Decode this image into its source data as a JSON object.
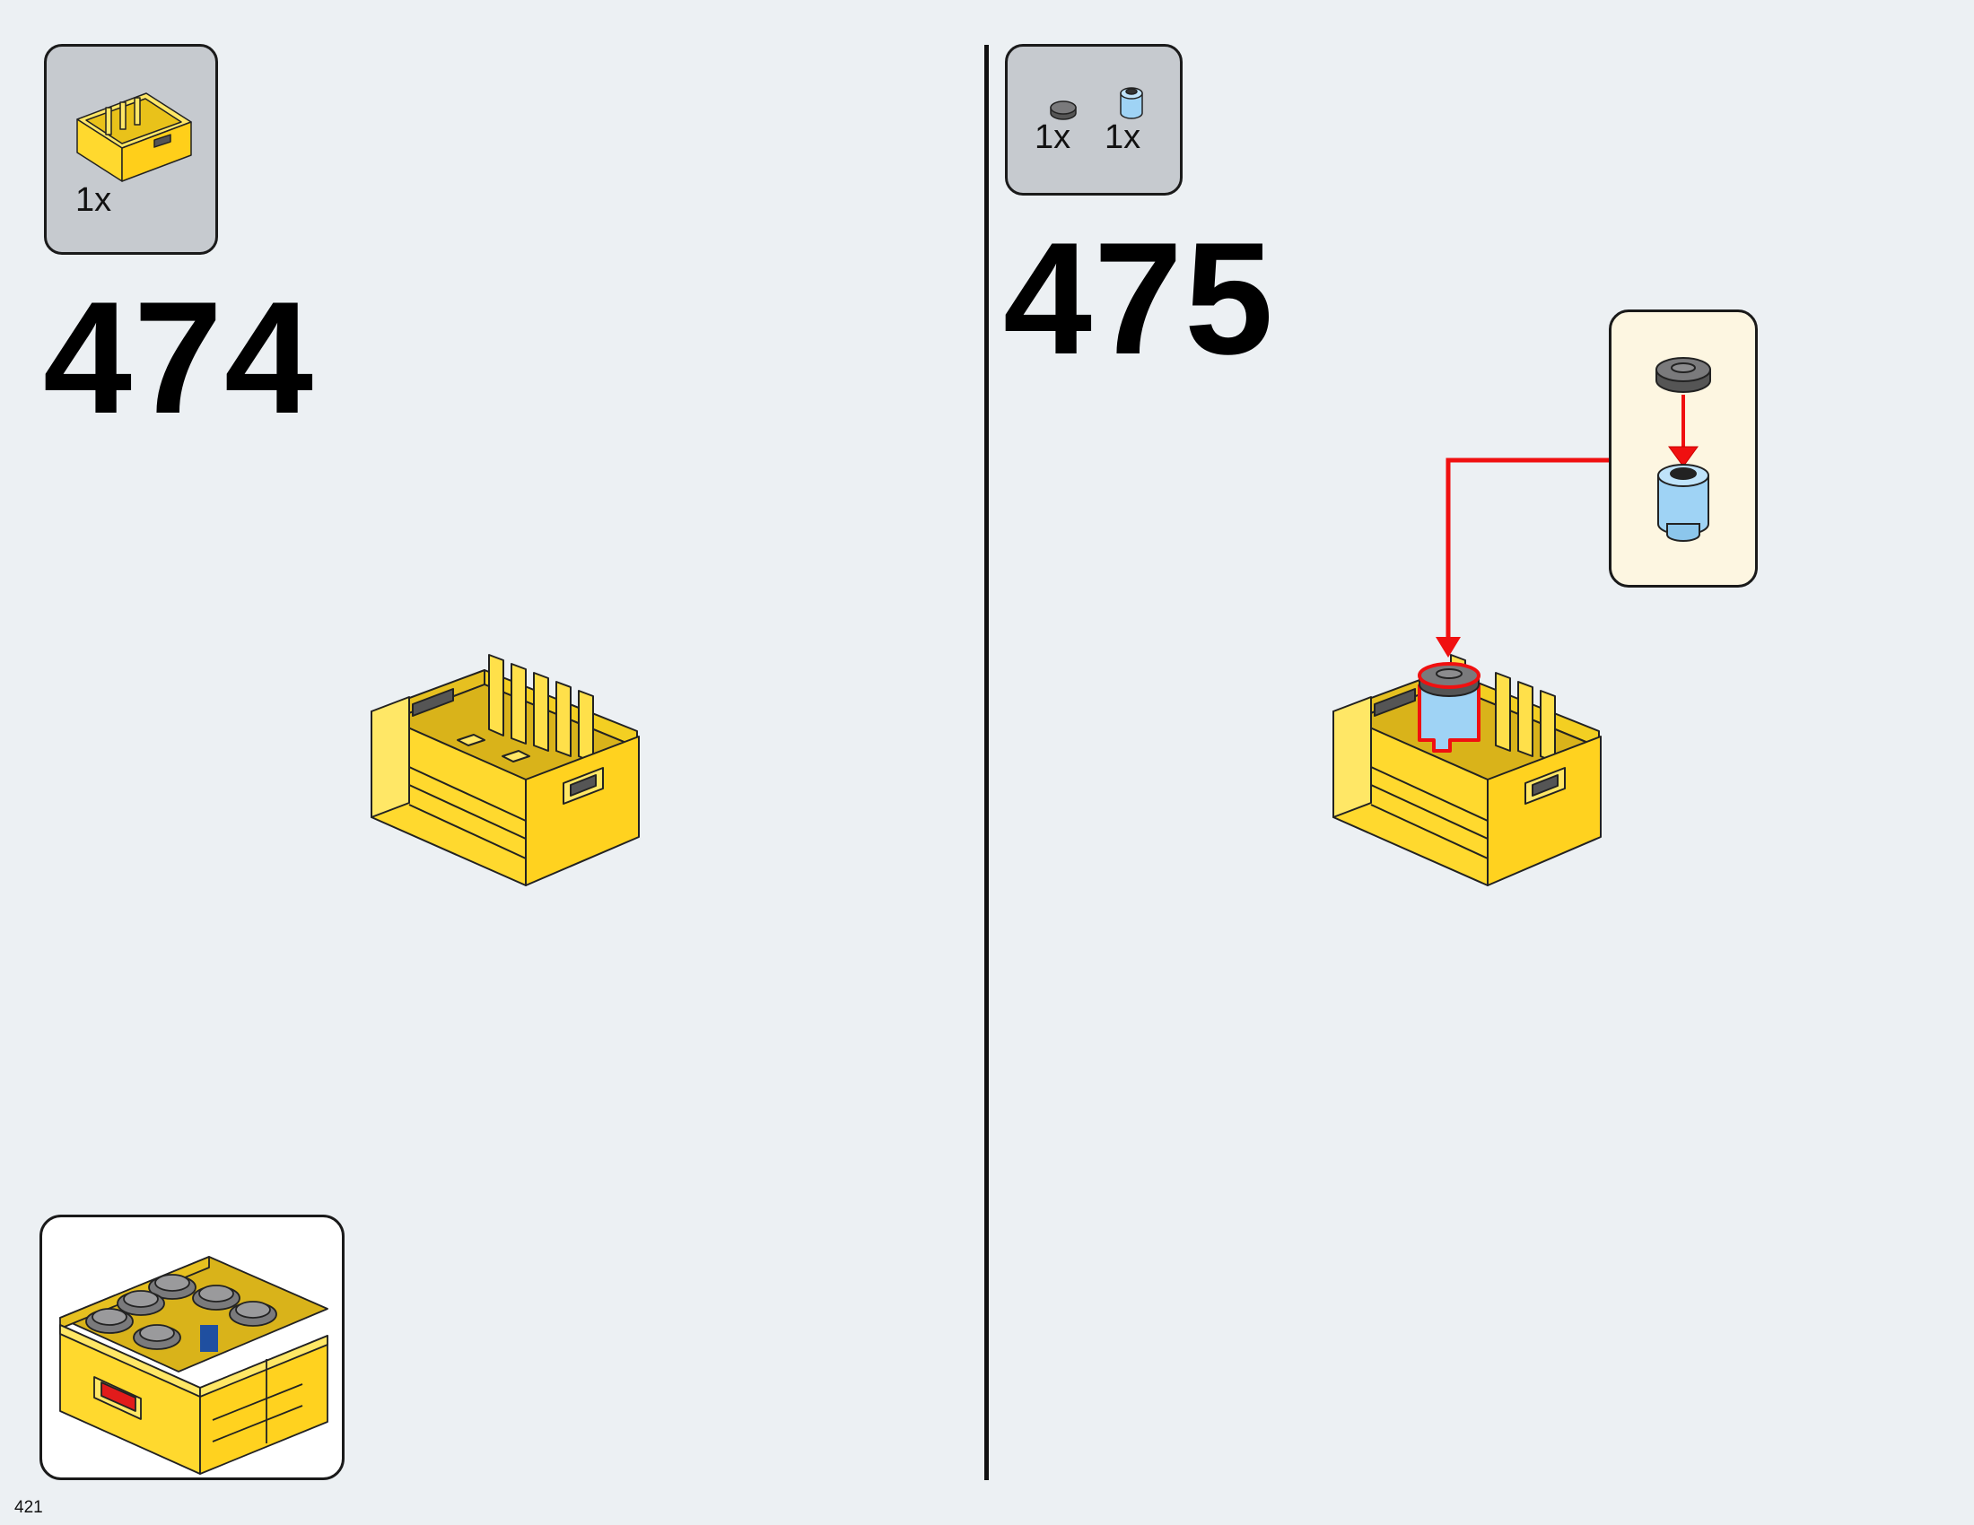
{
  "page": {
    "number": "421"
  },
  "steps": [
    {
      "number": "474",
      "parts": [
        {
          "name": "yellow-crate-icon",
          "qty": "1x"
        }
      ]
    },
    {
      "number": "475",
      "parts": [
        {
          "name": "gray-round-tile-icon",
          "qty": "1x"
        },
        {
          "name": "blue-round-brick-icon",
          "qty": "1x"
        }
      ]
    }
  ],
  "colors": {
    "background": "#ecf0f3",
    "crate_yellow": "#ffd92e",
    "parts_box": "#c6cacf",
    "callout": "#fdf6e1",
    "arrow_red": "#f01010",
    "brick_blue": "#9fd3f5",
    "tile_gray": "#6e6e70"
  }
}
